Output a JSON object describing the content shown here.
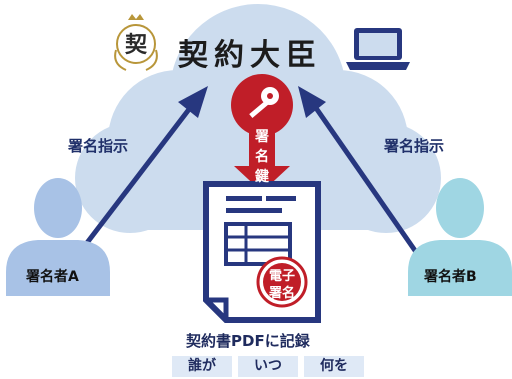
{
  "brand": {
    "title": "契約大臣",
    "logo_char": "契"
  },
  "instructions": {
    "left": "署名指示",
    "right": "署名指示"
  },
  "key_badge": {
    "text": [
      "署",
      "名",
      "鍵"
    ]
  },
  "stamp": {
    "line1": "電子",
    "line2": "署名"
  },
  "signers": {
    "a": "署名者A",
    "b": "署名者B"
  },
  "record": {
    "text": "契約書PDFに記録"
  },
  "tags": [
    "誰が",
    "いつ",
    "何を"
  ],
  "colors": {
    "navy": "#27377f",
    "red": "#c01e28",
    "cloud": "#ccdcee",
    "signer_a": "#a8c2e6",
    "signer_b": "#9fd6e3",
    "gold": "#b8963a"
  },
  "icons": [
    "laptop-icon",
    "key-icon",
    "document-icon",
    "person-icon"
  ]
}
